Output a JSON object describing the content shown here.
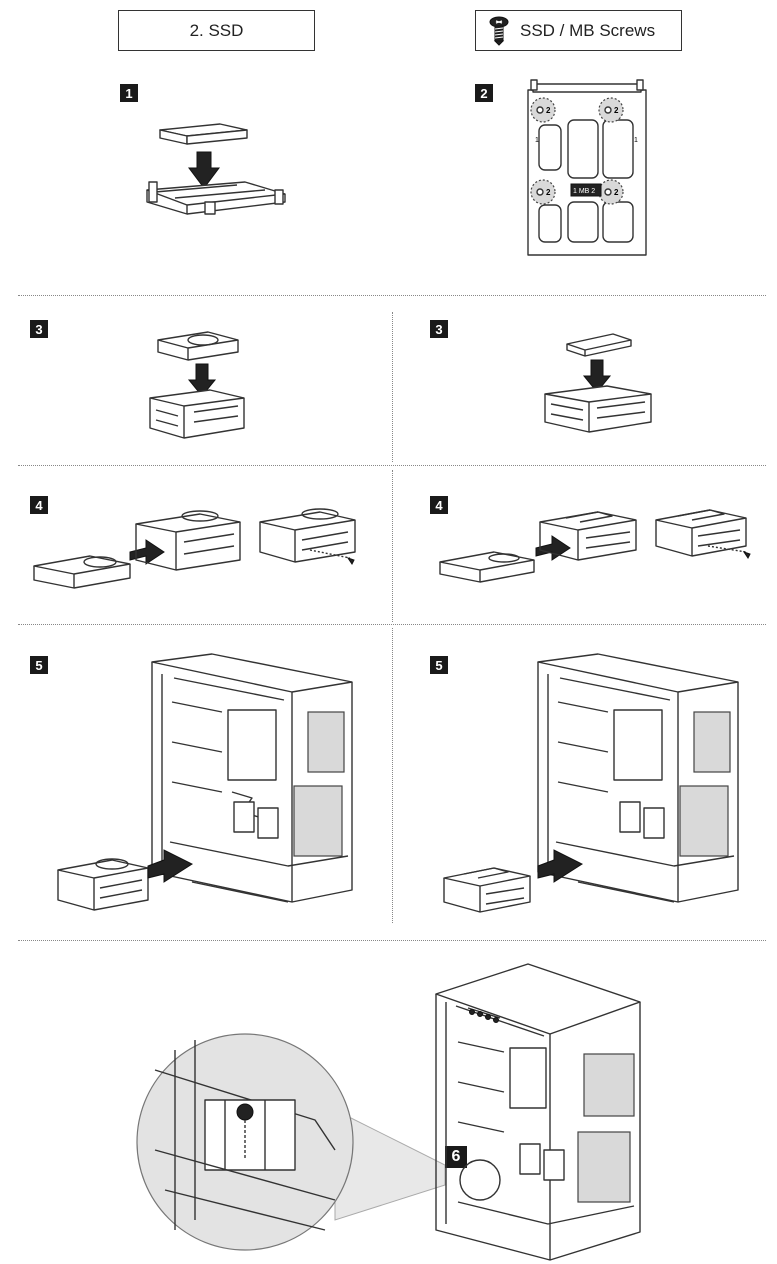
{
  "header": {
    "section_label": "2. SSD",
    "screws_label": "SSD / MB Screws"
  },
  "steps": {
    "s1": "1",
    "s2": "2",
    "s3a": "3",
    "s3b": "3",
    "s4a": "4",
    "s4b": "4",
    "s5a": "5",
    "s5b": "5",
    "s6": "6"
  },
  "bracket_marks": {
    "screw_num": "2",
    "side_num": "1",
    "plate_text": "1 MB 2"
  },
  "icons": [
    "screw-icon",
    "down-arrow-icon",
    "right-arrow-icon"
  ],
  "colors": {
    "step_badge": "#1a1a1a",
    "arrow": "#1a1a1a",
    "zoom_circle": "#e3e3e3"
  }
}
